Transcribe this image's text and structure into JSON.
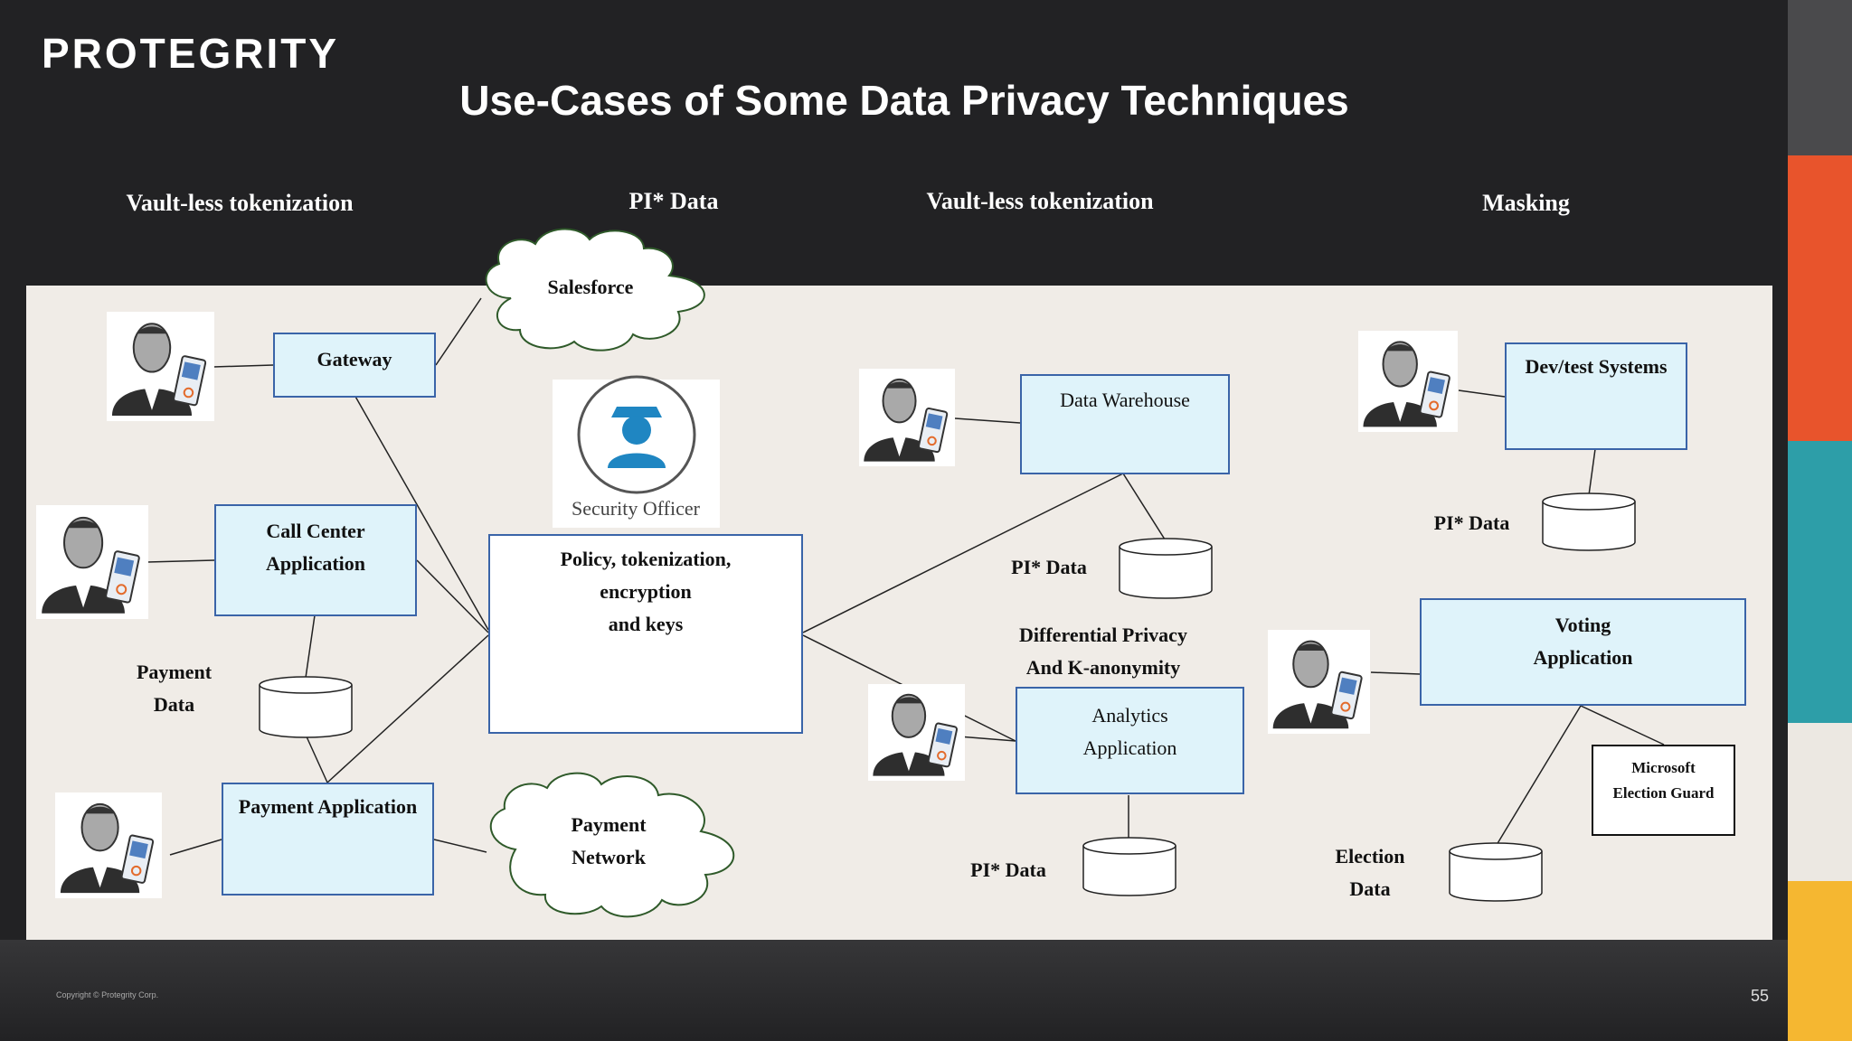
{
  "header": {
    "logo_text": "PROTEGRITY",
    "title": "Use-Cases of Some Data Privacy Techniques"
  },
  "column_headers": [
    {
      "label": "Vault-less tokenization"
    },
    {
      "label": "PI* Data"
    },
    {
      "label": "Vault-less tokenization"
    },
    {
      "label": "Masking"
    }
  ],
  "nodes": {
    "gateway": "Gateway",
    "call_center": [
      "Call Center",
      "Application"
    ],
    "payment_app": "Payment Application",
    "policy": [
      "Policy, tokenization,",
      "encryption",
      "and keys"
    ],
    "salesforce": "Salesforce",
    "payment_network": [
      "Payment",
      "Network"
    ],
    "security_officer": "Security Officer",
    "payment_data": [
      "Payment",
      "Data"
    ],
    "data_warehouse": "Data Warehouse",
    "pi_data_dw": "PI* Data",
    "differential_privacy": [
      "Differential Privacy",
      "And K-anonymity"
    ],
    "analytics": [
      "Analytics",
      "Application"
    ],
    "pi_data_an": "PI* Data",
    "dev_test": "Dev/test Systems",
    "pi_data_dev": "PI* Data",
    "voting": [
      "Voting",
      "Application"
    ],
    "ms_election": [
      "Microsoft",
      "Election Guard"
    ],
    "election_data": [
      "Election",
      "Data"
    ]
  },
  "footer": {
    "copyright": "Copyright © Protegrity Corp.",
    "page_number": "55"
  },
  "colors": {
    "background": "#222224",
    "panel": "#f0ece7",
    "box_fill": "#dff3fa",
    "box_border": "#3a64a8",
    "accent_red": "#d94a2e",
    "stripe": [
      "#4a4a4c",
      "#e8542c",
      "#2d9ea8",
      "#ece8e2",
      "#f5b731"
    ]
  }
}
